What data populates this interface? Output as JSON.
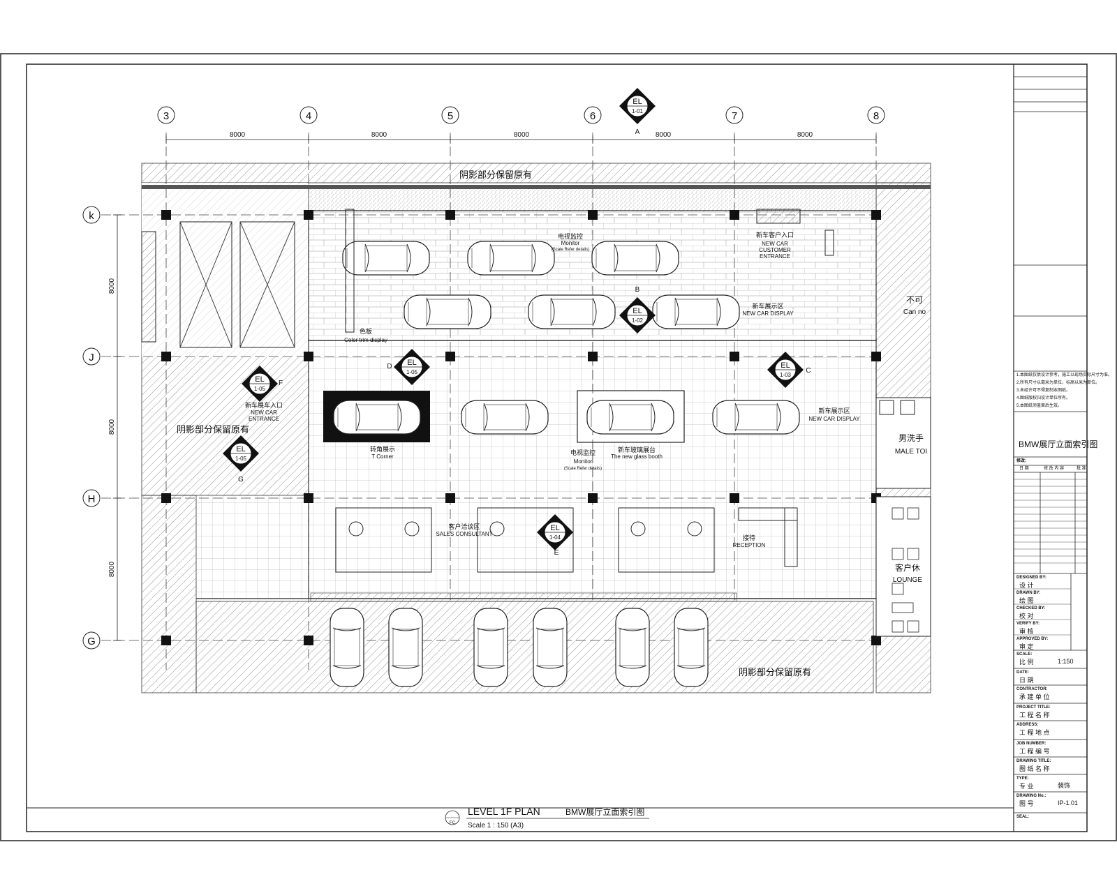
{
  "grid": {
    "columns": [
      "3",
      "4",
      "5",
      "6",
      "7",
      "8"
    ],
    "rows": [
      "k",
      "J",
      "H",
      "G"
    ],
    "column_spacing": [
      "8000",
      "8000",
      "8000",
      "8000",
      "8000"
    ],
    "row_spacing": [
      "8000",
      "8000",
      "8000"
    ]
  },
  "markers": [
    {
      "code": "EL",
      "num": "1-01",
      "letter": "A"
    },
    {
      "code": "EL",
      "num": "1-02",
      "letter": "B"
    },
    {
      "code": "EL",
      "num": "1-03",
      "letter": "C"
    },
    {
      "code": "EL",
      "num": "1-04",
      "letter": "E"
    },
    {
      "code": "EL",
      "num": "1-05",
      "letter": "D"
    },
    {
      "code": "EL",
      "num": "1-05",
      "letter": "F"
    },
    {
      "code": "EL",
      "num": "1-05",
      "letter": "G"
    }
  ],
  "labels": {
    "site_top": "阴影部分保留原有",
    "site_left": "阴影部分保留原有",
    "site_bottom": "阴影部分保留原有",
    "monitor_top_cn": "电视监控",
    "monitor_top_en": "Monitor",
    "monitor_top_sub": "(Scale Refer details)",
    "cust_entrance_cn": "新车客户入口",
    "cust_entrance_en1": "NEW CAR",
    "cust_entrance_en2": "CUSTOMER",
    "cust_entrance_en3": "ENTRANCE",
    "display_cn": "新车展示区",
    "display_en": "NEW CAR DISPLAY",
    "display2_cn": "新车展示区",
    "display2_en": "NEW CAR DISPLAY",
    "color_trim_cn": "色板",
    "color_trim_en": "Color trim display",
    "car_entrance_cn": "新车展车入口",
    "car_entrance_en1": "NEW CAR",
    "car_entrance_en2": "ENTRANCE",
    "t_corner_cn": "转角展示",
    "t_corner_en": "T Corner",
    "monitor_mid_cn": "电视监控",
    "monitor_mid_en": "Monitor",
    "monitor_mid_sub": "(Scale Refer details)",
    "glass_booth_cn": "新车玻璃展台",
    "glass_booth_en": "The new glass booth",
    "sales_cn": "客户洽谈区",
    "sales_en": "SALES CONSULTANT",
    "reception_cn": "接待",
    "reception_en": "RECEPTION",
    "no_entry_cn": "不可",
    "no_entry_en": "Can no",
    "male_toilet_cn": "男洗手",
    "male_toilet_en": "MALE TOI",
    "lounge_cn": "客户休",
    "lounge_en": "LOUNGE"
  },
  "footer": {
    "title_en": "LEVEL 1F PLAN",
    "title_cn": "BMW展厅立面索引图",
    "scale": "Scale 1 : 150 (A3)",
    "badge": "FC"
  },
  "title_block": {
    "notes": [
      "1.本图纸仅供设计参考，施工以现场实际尺寸为准。",
      "2.所有尺寸以毫米为单位，标高以米为单位。",
      "3.未经许可不得复制本图纸。",
      "4.图纸版权归设计单位所有。",
      "5.本图纸须盖章后生效。"
    ],
    "drawing_name": "BMW展厅立面索引图",
    "revision_label": "修改:",
    "revision_cols": [
      "日 期",
      "修 改 内 容",
      "批 准"
    ],
    "fields": [
      {
        "label": "DESIGNED BY:",
        "cn": "设 计"
      },
      {
        "label": "DRAWN BY:",
        "cn": "绘 图"
      },
      {
        "label": "CHECKED BY:",
        "cn": "校 对"
      },
      {
        "label": "VERIFY BY:",
        "cn": "审 核"
      },
      {
        "label": "APPROVED BY:",
        "cn": "审 定"
      },
      {
        "label": "SCALE:",
        "cn": "比 例",
        "value": "1:150"
      },
      {
        "label": "DATE:",
        "cn": "日 期"
      },
      {
        "label": "CONTRACTOR:",
        "cn": "承 建 单 位"
      },
      {
        "label": "PROJECT TITLE:",
        "cn": "工 程 名 称"
      },
      {
        "label": "ADDRESS:",
        "cn": "工 程 地 点"
      },
      {
        "label": "JOB NUMBER:",
        "cn": "工 程 编 号"
      },
      {
        "label": "DRAWING TITLE:",
        "cn": "图 纸 名 称"
      },
      {
        "label": "TYPE:",
        "cn": "专 业",
        "value": "装饰"
      },
      {
        "label": "DRAWING No.:",
        "cn": "图 号",
        "value": "IP-1.01"
      },
      {
        "label": "SEAL:",
        "cn": ""
      }
    ]
  }
}
